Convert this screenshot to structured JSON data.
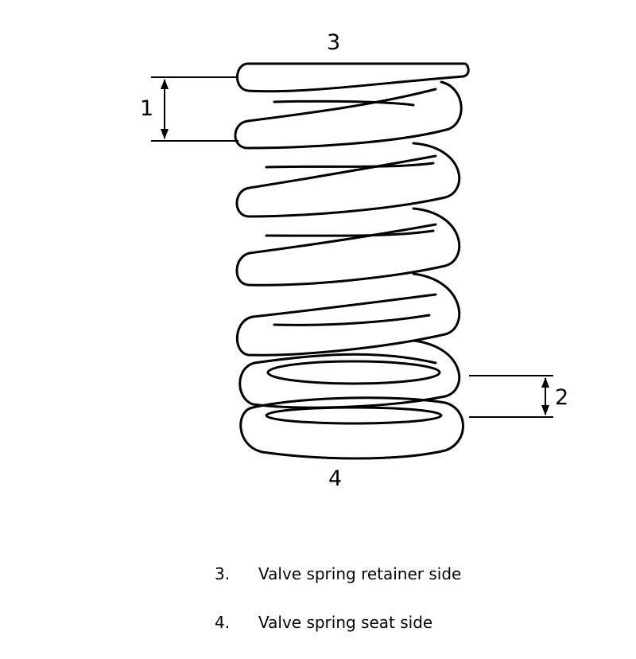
{
  "diagram": {
    "callouts": {
      "pitch": "1",
      "tight_pitch": "2",
      "top": "3",
      "bottom": "4"
    },
    "legend": [
      {
        "number": "3.",
        "text": "Valve spring retainer side"
      },
      {
        "number": "4.",
        "text": "Valve spring seat side"
      }
    ]
  }
}
